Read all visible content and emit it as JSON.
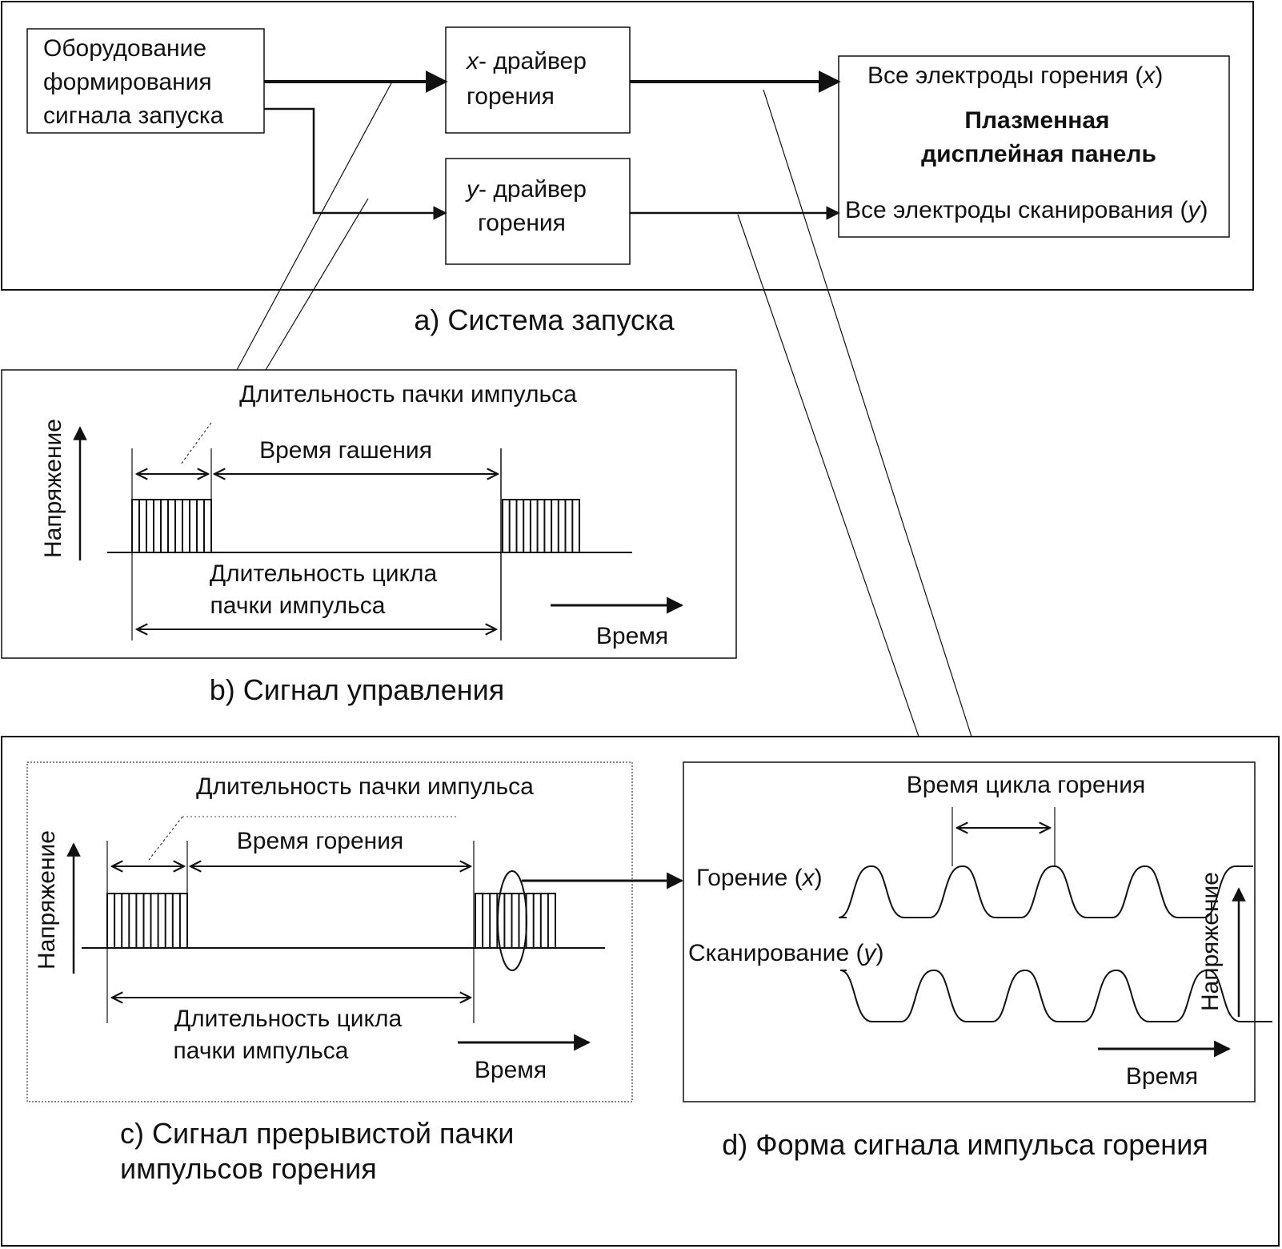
{
  "section_a": {
    "caption": "a) Система запуска",
    "signal_equipment": [
      "Оборудование",
      "формирования",
      "сигнала запуска"
    ],
    "x_driver_var": "x",
    "x_driver": [
      "- драйвер",
      "горения"
    ],
    "y_driver_var": "y",
    "y_driver": [
      "- драйвер",
      "горения"
    ],
    "panel": {
      "x_electrodes": "Все электроды горения (",
      "x_var": "x",
      "close": ")",
      "title": [
        "Плазменная",
        "дисплейная панель"
      ],
      "y_electrodes": "Все электроды сканирования (",
      "y_var": "y"
    }
  },
  "section_b": {
    "caption": "b) Сигнал управления",
    "burst_duration": "Длительность пачки импульса",
    "off_time": "Время гашения",
    "y_axis": "Напряжение",
    "cycle_duration": [
      "Длительность цикла",
      "пачки импульса"
    ],
    "x_axis": "Время"
  },
  "section_c": {
    "caption": [
      "c) Сигнал прерывистой пачки",
      "импульсов горения"
    ],
    "burst_duration": "Длительность пачки импульса",
    "on_time": "Время горения",
    "y_axis": "Напряжение",
    "cycle_duration": [
      "Длительность цикла",
      "пачки импульса"
    ],
    "x_axis": "Время"
  },
  "section_d": {
    "caption": "d) Форма сигнала импульса горения",
    "cycle_time": "Время цикла горения",
    "burn_label": "Горение (",
    "burn_var": "x",
    "scan_label": "Сканирование (",
    "scan_var": "y",
    "close": ")",
    "y_axis": "Напряжение",
    "x_axis": "Время"
  }
}
